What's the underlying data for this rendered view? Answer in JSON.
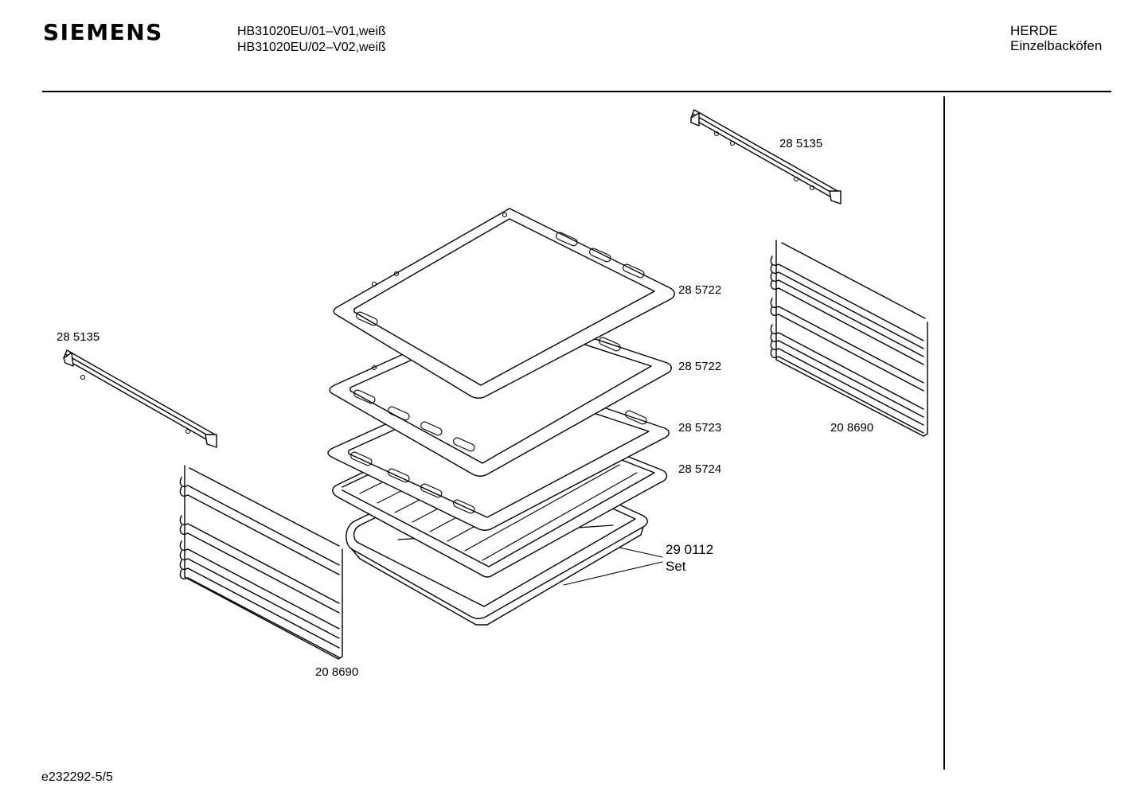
{
  "header": {
    "brand": "SIEMENS",
    "models": [
      "HB31020EU/01–V01,weiß",
      "HB31020EU/02–V02,weiß"
    ],
    "category": [
      "HERDE",
      "Einzelbacköfen"
    ]
  },
  "parts": {
    "rail_top_right": "28 5135",
    "rail_left": "28 5135",
    "tray_1": "28 5722",
    "tray_2": "28 5722",
    "tray_3": "28 5723",
    "tray_4": "28 5724",
    "pan_set_number": "29 0112",
    "pan_set_text": "Set",
    "rack_right": "20 8690",
    "rack_left": "20 8690"
  },
  "footer": {
    "doc_id": "e232292-5/5"
  }
}
